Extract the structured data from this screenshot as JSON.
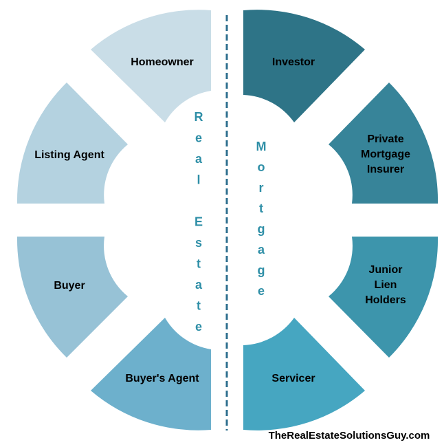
{
  "segments": [
    {
      "id": "homeowner",
      "lines": [
        "Homeowner"
      ],
      "color": "#c9dde7",
      "side": "left"
    },
    {
      "id": "listing-agent",
      "lines": [
        "Listing Agent"
      ],
      "color": "#b4d2e0",
      "side": "left"
    },
    {
      "id": "buyer",
      "lines": [
        "Buyer"
      ],
      "color": "#97c2d6",
      "side": "left"
    },
    {
      "id": "buyers-agent",
      "lines": [
        "Buyer's Agent"
      ],
      "color": "#6db0cc",
      "side": "left"
    },
    {
      "id": "investor",
      "lines": [
        "Investor"
      ],
      "color": "#2e7487",
      "side": "right"
    },
    {
      "id": "private-mortgage-insurer",
      "lines": [
        "Private",
        "Mortgage",
        "Insurer"
      ],
      "color": "#378499",
      "side": "right"
    },
    {
      "id": "junior-lien-holders",
      "lines": [
        "Junior",
        "Lien",
        "Holders"
      ],
      "color": "#3d95ac",
      "side": "right"
    },
    {
      "id": "servicer",
      "lines": [
        "Servicer"
      ],
      "color": "#46a6c1",
      "side": "right"
    }
  ],
  "left_vertical_letters": [
    "R",
    "e",
    "a",
    "l",
    "",
    "E",
    "s",
    "t",
    "a",
    "t",
    "e"
  ],
  "right_vertical_letters": [
    "M",
    "o",
    "r",
    "t",
    "g",
    "a",
    "g",
    "e"
  ],
  "divider_color": "#2e6f8e",
  "vertical_text_color": "#2f8fa7",
  "footer": "TheRealEstateSolutionsGuy.com"
}
